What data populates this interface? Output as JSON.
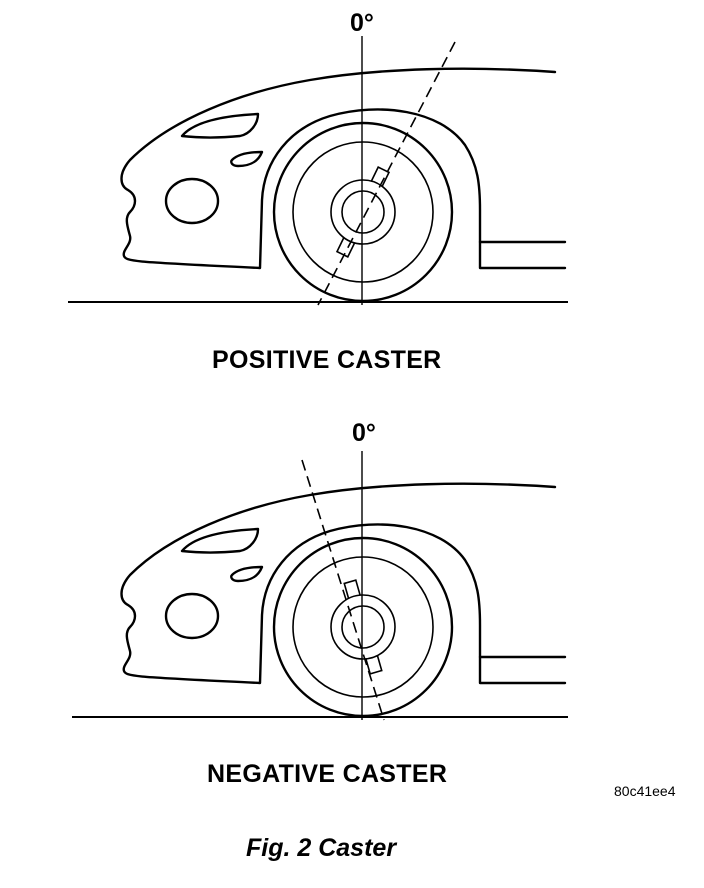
{
  "diagrams": [
    {
      "angle_label": "0°",
      "caption": "POSITIVE CASTER",
      "caster": "positive"
    },
    {
      "angle_label": "0°",
      "caption": "NEGATIVE CASTER",
      "caster": "negative"
    }
  ],
  "figure_code": "80c41ee4",
  "figure_title": "Fig. 2 Caster"
}
